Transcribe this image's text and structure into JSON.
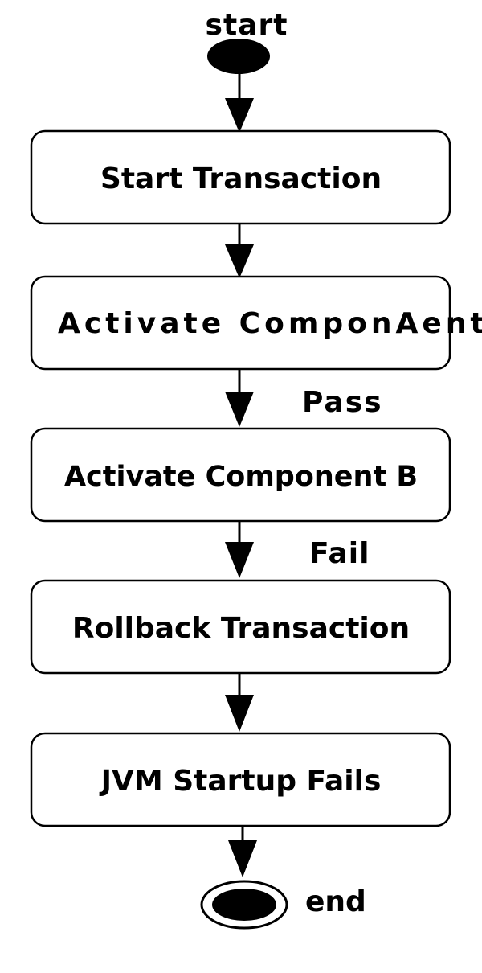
{
  "start_label": "start",
  "end_label": "end",
  "nodes": [
    {
      "id": "start-transaction",
      "label": "Start Transaction"
    },
    {
      "id": "activate-component-a",
      "label": "Activate ComponAent"
    },
    {
      "id": "activate-component-b",
      "label": "Activate Component B"
    },
    {
      "id": "rollback-transaction",
      "label": "Rollback Transaction"
    },
    {
      "id": "jvm-startup-fails",
      "label": "JVM Startup Fails"
    }
  ],
  "edges": [
    {
      "from": "start",
      "to": "start-transaction",
      "label": ""
    },
    {
      "from": "start-transaction",
      "to": "activate-component-a",
      "label": ""
    },
    {
      "from": "activate-component-a",
      "to": "activate-component-b",
      "label": "Pass"
    },
    {
      "from": "activate-component-b",
      "to": "rollback-transaction",
      "label": "Fail"
    },
    {
      "from": "rollback-transaction",
      "to": "jvm-startup-fails",
      "label": ""
    },
    {
      "from": "jvm-startup-fails",
      "to": "end",
      "label": ""
    }
  ]
}
